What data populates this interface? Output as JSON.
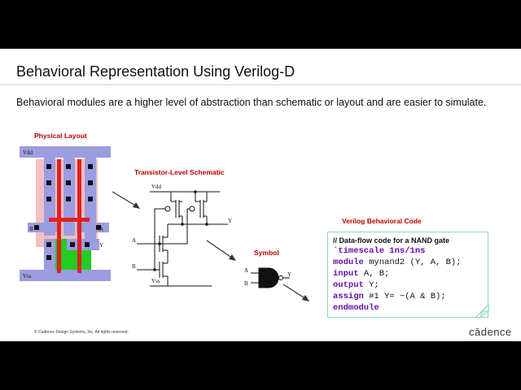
{
  "slide": {
    "title": "Behavioral Representation Using Verilog-D",
    "body": "Behavioral modules are a higher level of abstraction than schematic or layout and are easier to simulate."
  },
  "layout_panel": {
    "title": "Physical Layout",
    "vdd": "Vdd",
    "vss": "Vss",
    "pin_a": "A",
    "pin_b": "B",
    "pin_y": "Y"
  },
  "schematic_panel": {
    "title": "Transistor-Level Schematic",
    "vdd": "Vdd",
    "vss": "Vss",
    "pin_a": "A",
    "pin_b": "B",
    "pin_y": "Y"
  },
  "symbol_panel": {
    "title": "Symbol",
    "pin_a": "A",
    "pin_b": "B",
    "pin_y": "Y"
  },
  "code_panel": {
    "title": "Verilog Behavioral Code",
    "comment": "// Data-flow code for a NAND gate",
    "line1": "`timescale 1ns/1ns",
    "line2_kw": "module",
    "line2_rest": " mynand2 (Y, A, B);",
    "line3_kw": "input",
    "line3_rest": " A, B;",
    "line4_kw": "output",
    "line4_rest": " Y;",
    "line5_kw": "assign",
    "line5_rest": " #1 Y= ~(A & B);",
    "line6": "endmodule"
  },
  "footer": {
    "copyright": "© Cadence Design Systems, Inc. All rights reserved.",
    "logo": "cādence"
  },
  "colors": {
    "metal": "#9c9ce0",
    "poly": "#e02020",
    "contact": "#111111",
    "diffusion": "#22cc22",
    "well": "#f3c0c0",
    "code_border": "#8fd3c0",
    "keyword": "#6a0dad",
    "accent_red": "#c00000"
  }
}
